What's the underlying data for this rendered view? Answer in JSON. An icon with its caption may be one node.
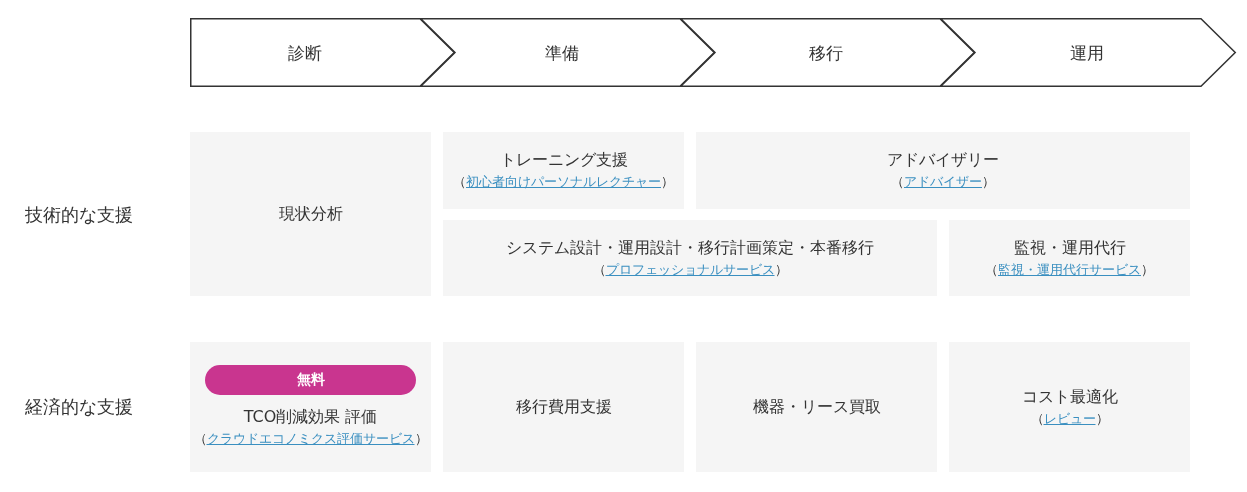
{
  "diagram": {
    "nodes": [
      {
        "text": [
          "診断"
        ]
      },
      {
        "text": [
          "準備"
        ]
      },
      {
        "text": [
          "移行"
        ]
      },
      {
        "text": [
          "運用"
        ]
      },
      {
        "text": [
          "現状分析"
        ]
      },
      {
        "text": [
          "トレーニング支援",
          "（初心者向けパーソナルレクチャー）"
        ]
      },
      {
        "text": [
          "アドバイザリー",
          "（アドバイザー）"
        ]
      },
      {
        "text": [
          "システム設計・運用設計・移行計画策定・本番移行",
          "（プロフェッショナルサービス）"
        ]
      },
      {
        "text": [
          "監視・運用代行",
          "（監視・運用代行サービス）"
        ]
      },
      {
        "text": [
          "TCO削減効果 評価",
          "（クラウドエコノミクス評価サービス）"
        ]
      },
      {
        "text": [
          "無料"
        ],
        "in": 9
      },
      {
        "text": [
          "移行費用支援"
        ]
      },
      {
        "text": [
          "機器・リース買取"
        ]
      },
      {
        "text": [
          "コスト最適化",
          "（レビュー）"
        ]
      }
    ],
    "labels": [
      "技術的な支援",
      "経済的な支援"
    ]
  }
}
